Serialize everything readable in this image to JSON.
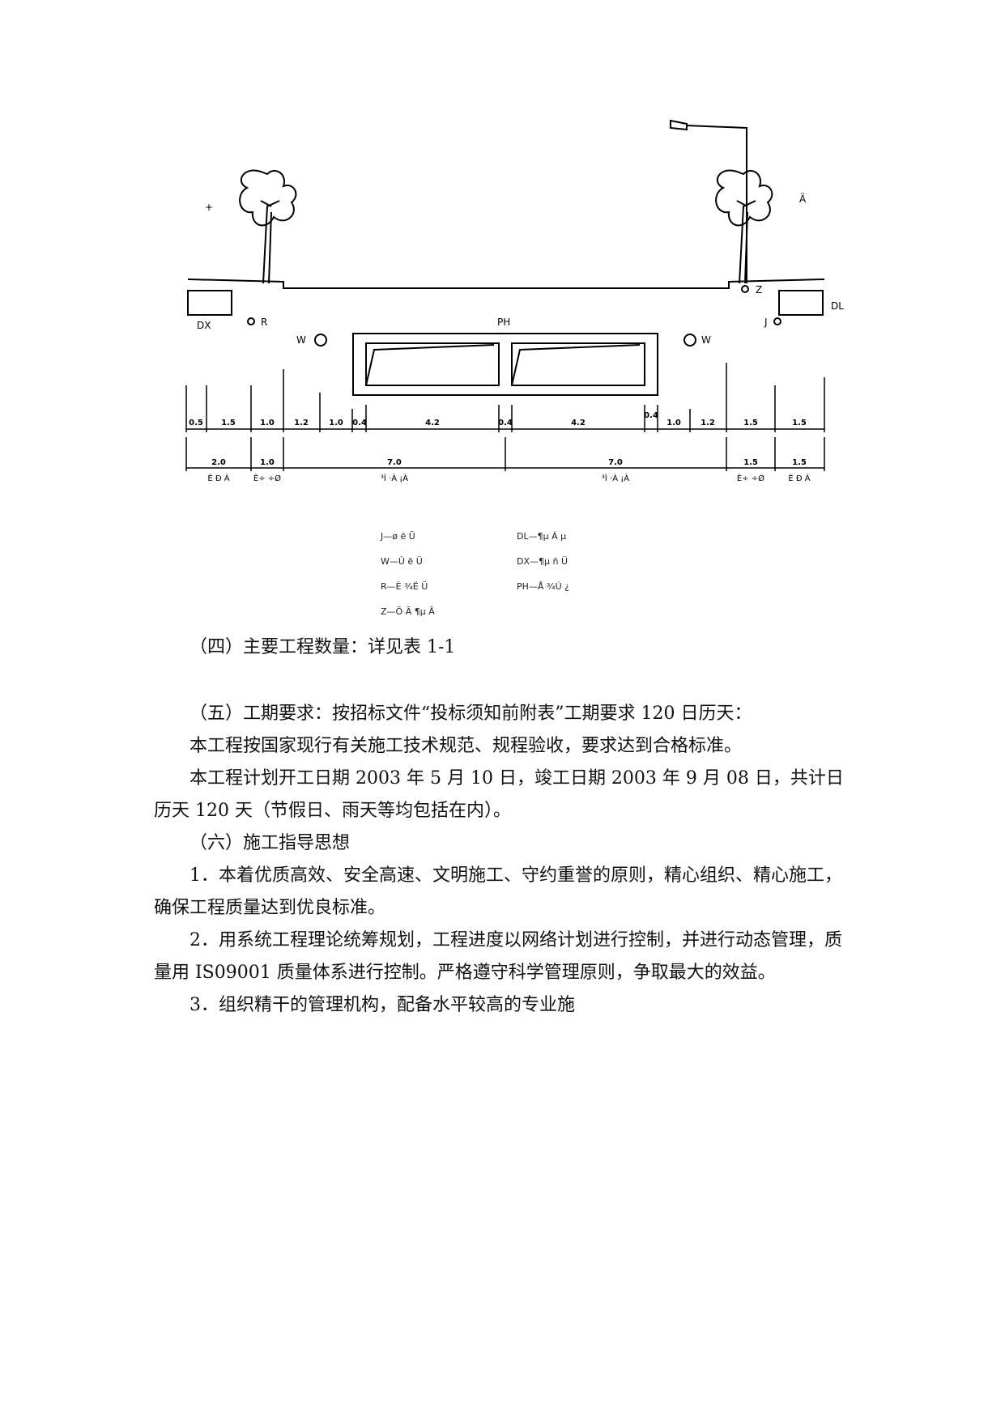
{
  "figure": {
    "labels": {
      "plus": "+",
      "top_right": "Ä",
      "z": "Z",
      "dx": "DX",
      "dl": "DL",
      "r": "R",
      "j": "J",
      "ph": "PH",
      "w_left": "W",
      "w_right": "W"
    },
    "dims_top": [
      "0.5",
      "1.5",
      "1.0",
      "1.2",
      "1.0",
      "0.4",
      "4.2",
      "0.4",
      "4.2",
      "0.4",
      "1.0",
      "1.2",
      "1.5",
      "1.5"
    ],
    "dims_bottom": [
      "2.0",
      "1.0",
      "7.0",
      "7.0",
      "1.5",
      "1.5"
    ],
    "bottom_labels": [
      "È Ð À",
      "È÷ ÷Ø",
      "³Ì ·À ¡À",
      "³Ì ·À ¡À",
      "È÷ ÷Ø",
      "È Ð À"
    ],
    "legend": [
      "J—ø ë Ü",
      "W—Û ë Ü",
      "R—È ¾Ë Ü",
      "Z—Õ Ã ¶µ Â",
      "DL—¶µ Á µ",
      "DX—¶µ ñ Ü",
      "PH—Å ¾Ú ¿"
    ]
  },
  "paragraphs": [
    "（四）主要工程数量：详见表 1-1",
    "（五）工期要求：按招标文件“投标须知前附表”工期要求 120 日历天：",
    "本工程按国家现行有关施工技术规范、规程验收，要求达到合格标准。",
    "本工程计划开工日期 2003 年 5 月 10 日，竣工日期 2003 年 9 月 08 日，共计日历天 120 天（节假日、雨天等均包括在内）。",
    "（六）施工指导思想",
    "1．本着优质高效、安全高速、文明施工、守约重誉的原则，精心组织、精心施工，确保工程质量达到优良标准。",
    "2．用系统工程理论统筹规划，工程进度以网络计划进行控制，并进行动态管理，质量用 IS09001 质量体系进行控制。严格遵守科学管理原则，争取最大的效益。",
    "3．组织精干的管理机构，配备水平较高的专业施"
  ]
}
